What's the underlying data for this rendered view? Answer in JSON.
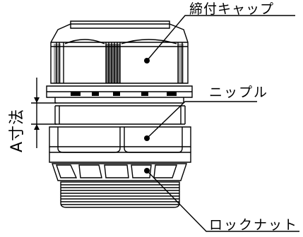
{
  "labels": {
    "cap": "締付キャップ",
    "nipple": "ニップル",
    "locknut": "ロックナット",
    "dimension": "A寸法"
  },
  "colors": {
    "line": "#000000",
    "background": "#ffffff"
  }
}
